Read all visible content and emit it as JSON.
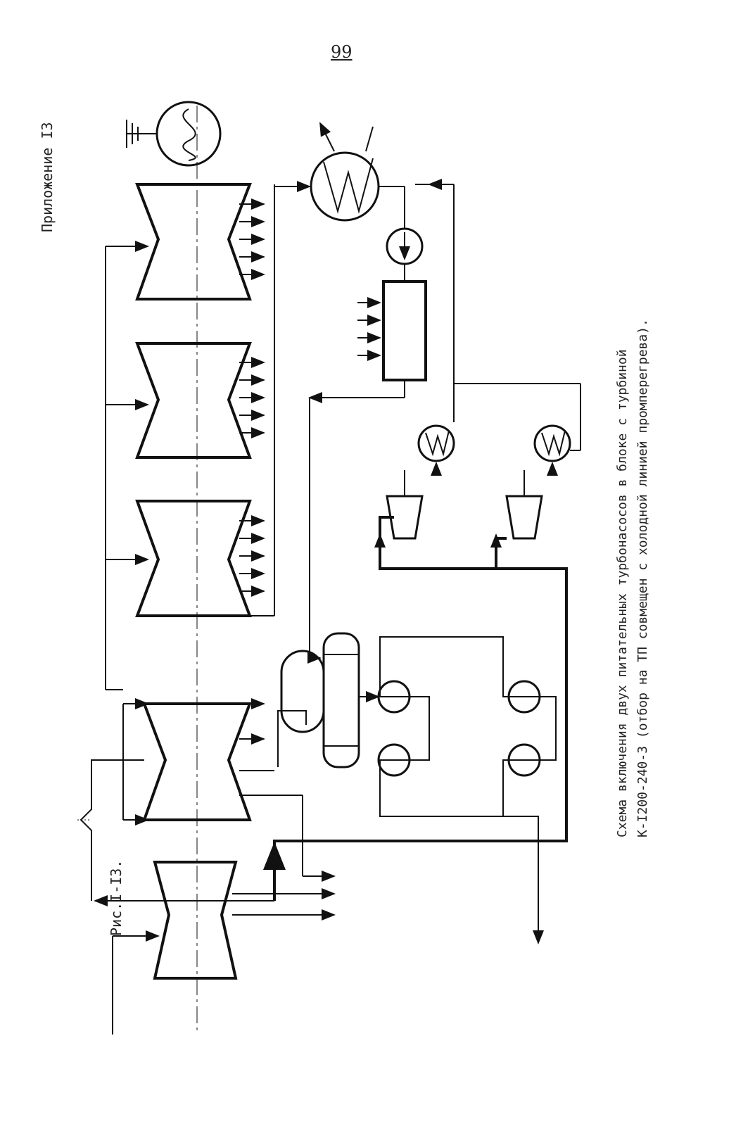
{
  "page_number": "99",
  "appendix_label": "Приложение I3",
  "figure_label": "Рис.I-I3.",
  "caption_line1": "Схема включения двух питательных турбонасосов в блоке с турбиной",
  "caption_line2": "К-I200-240-3 (отбор на ТП совмещен с холодной линией промперегрева)."
}
